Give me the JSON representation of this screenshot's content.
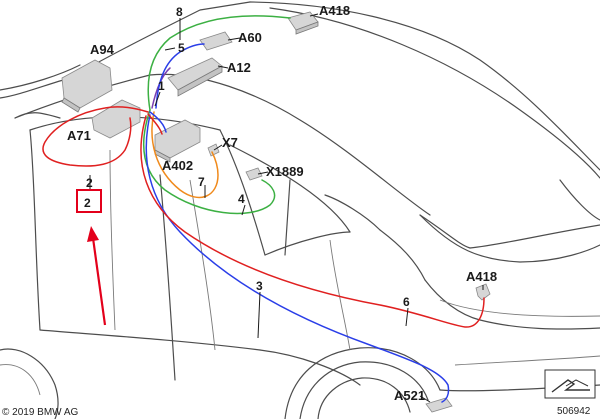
{
  "labels": {
    "a418_top": "A418",
    "a60": "A60",
    "a94": "A94",
    "a12": "A12",
    "a71": "A71",
    "a402": "A402",
    "x7": "X7",
    "x1889": "X1889",
    "a418_rear": "A418",
    "a521": "A521"
  },
  "numbers": {
    "n1": "1",
    "n2": "2",
    "n3": "3",
    "n4": "4",
    "n5": "5",
    "n6": "6",
    "n7": "7",
    "n8": "8"
  },
  "footer": {
    "copyright": "© 2019 BMW AG",
    "diagram_id": "506942"
  },
  "colors": {
    "wire_red": "#e02020",
    "wire_blue": "#2a3ee8",
    "wire_green": "#3cb043",
    "wire_orange": "#f08a1c",
    "wire_purple": "#7a3fb0",
    "highlight_box": "#e3001b",
    "arrow": "#e3001b"
  },
  "icons": {
    "pointer_arrow": "red-arrow-icon",
    "view_symbol": "vehicle-view-icon"
  }
}
